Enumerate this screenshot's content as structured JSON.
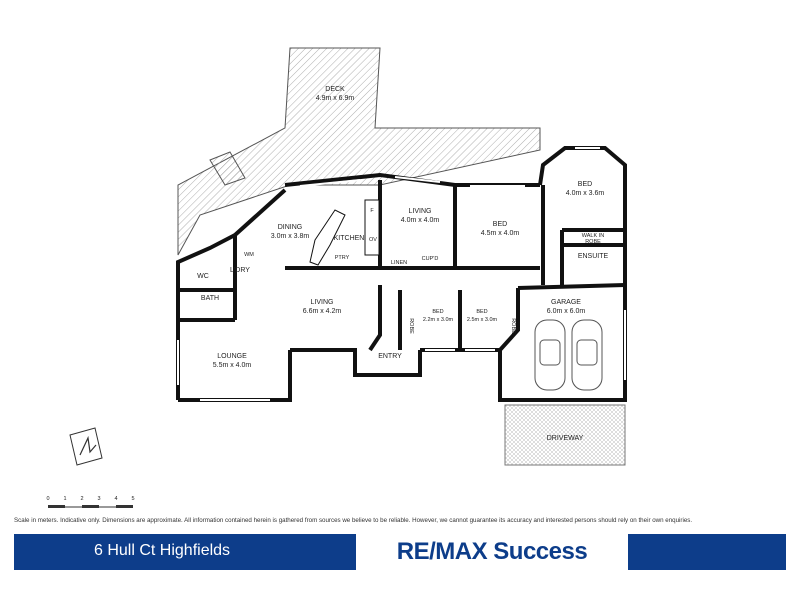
{
  "rooms": {
    "deck": {
      "name": "DECK",
      "size": "4.9m x 6.9m"
    },
    "dining": {
      "name": "DINING",
      "size": "3.0m x 3.8m"
    },
    "kitchen": {
      "name": "KITCHEN"
    },
    "living_top": {
      "name": "LIVING",
      "size": "4.0m x 4.0m"
    },
    "bed_mid": {
      "name": "BED",
      "size": "4.5m x 4.0m"
    },
    "bed_right": {
      "name": "BED",
      "size": "4.0m x 3.6m"
    },
    "walk_in_robe": {
      "line1": "WALK IN",
      "line2": "ROBE"
    },
    "ensuite": {
      "name": "ENSUITE"
    },
    "wc": {
      "name": "WC"
    },
    "wm": {
      "name": "WM"
    },
    "laundry": {
      "name": "L'DRY"
    },
    "bath": {
      "name": "BATH"
    },
    "living_main": {
      "name": "LIVING",
      "size": "6.6m x 4.2m"
    },
    "lounge": {
      "name": "LOUNGE",
      "size": "5.5m x 4.0m"
    },
    "entry": {
      "name": "ENTRY"
    },
    "bed_small1": {
      "name": "BED",
      "size": "2.2m x 3.0m"
    },
    "bed_small2": {
      "name": "BED",
      "size": "2.5m x 3.0m"
    },
    "robe1": {
      "name": "ROBE"
    },
    "robe2": {
      "name": "ROBE"
    },
    "garage": {
      "name": "GARAGE",
      "size": "6.0m x 6.0m"
    },
    "driveway": {
      "name": "DRIVEWAY"
    },
    "pantry": {
      "name": "PTRY"
    },
    "linen": {
      "name": "LINEN"
    },
    "cupboard": {
      "name": "CUP'D"
    },
    "fridge": {
      "name": "F"
    },
    "oven": {
      "name": "OV"
    }
  },
  "scale_bar": {
    "ticks": [
      "0",
      "1",
      "2",
      "3",
      "4",
      "5"
    ]
  },
  "disclaimer": "Scale in meters. Indicative only. Dimensions are approximate. All information contained herein is gathered from sources we believe to be reliable. However, we cannot guarantee its accuracy and interested persons should rely on their own enquiries.",
  "footer": {
    "address": "6 Hull Ct Highfields",
    "brand": "RE/MAX Success",
    "bar_color": "#0d3d8a"
  },
  "icons": {
    "compass": "north-compass-icon",
    "car": "car-icon"
  }
}
